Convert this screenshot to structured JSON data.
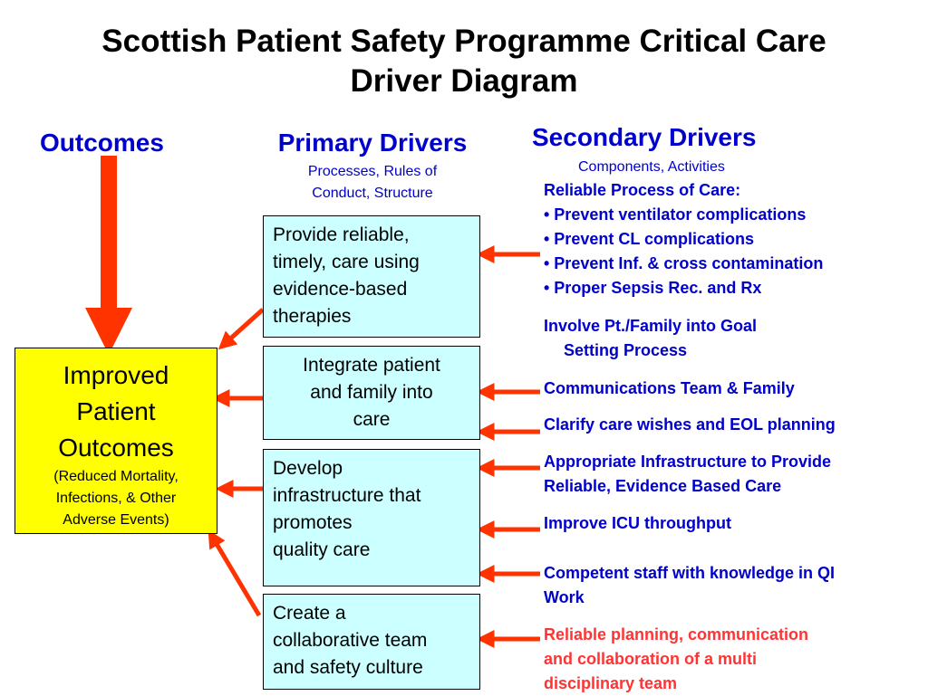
{
  "title": {
    "line1": "Scottish Patient Safety Programme Critical Care",
    "line2": "Driver Diagram"
  },
  "columns": {
    "outcomes": {
      "heading": "Outcomes"
    },
    "primary": {
      "heading": "Primary Drivers",
      "sub1": "Processes, Rules of",
      "sub2": "Conduct, Structure"
    },
    "secondary": {
      "heading": "Secondary Drivers",
      "sub": "Components, Activities"
    }
  },
  "outcome": {
    "line1": "Improved",
    "line2": "Patient",
    "line3": "Outcomes",
    "detail1": "(Reduced Mortality,",
    "detail2": "Infections, & Other",
    "detail3": "Adverse Events)"
  },
  "primary_drivers": [
    {
      "lines": [
        "Provide reliable,",
        "timely, care using",
        "evidence-based",
        "therapies"
      ]
    },
    {
      "lines": [
        "Integrate patient",
        "and family into",
        "care"
      ]
    },
    {
      "lines": [
        "Develop",
        "infrastructure that",
        "promotes",
        "quality care"
      ]
    },
    {
      "lines": [
        "Create a",
        "collaborative team",
        "and safety culture"
      ]
    }
  ],
  "secondary_drivers": {
    "reliable_process": {
      "heading": "Reliable Process of Care:",
      "items": [
        "• Prevent ventilator complications",
        "• Prevent CL complications",
        "• Prevent Inf. & cross contamination",
        "• Proper Sepsis Rec. and Rx"
      ]
    },
    "goal_setting": {
      "line1": "Involve Pt./Family into Goal",
      "line2": "Setting Process"
    },
    "communications": "Communications Team & Family",
    "care_wishes": "Clarify care wishes and EOL planning",
    "infrastructure": {
      "line1": "Appropriate Infrastructure to Provide",
      "line2": "Reliable, Evidence Based Care"
    },
    "throughput": "Improve ICU throughput",
    "competent_staff": {
      "line1": "Competent staff with knowledge in QI",
      "line2": "Work"
    },
    "planning": {
      "line1": "Reliable planning, communication",
      "line2": "and collaboration of a multi",
      "line3": "disciplinary team"
    }
  },
  "colors": {
    "heading_blue": "#0000cc",
    "arrow_red": "#ff3300",
    "outcome_fill": "#ffff00",
    "driver_fill": "#ccffff",
    "highlight_red": "#ff3333"
  }
}
